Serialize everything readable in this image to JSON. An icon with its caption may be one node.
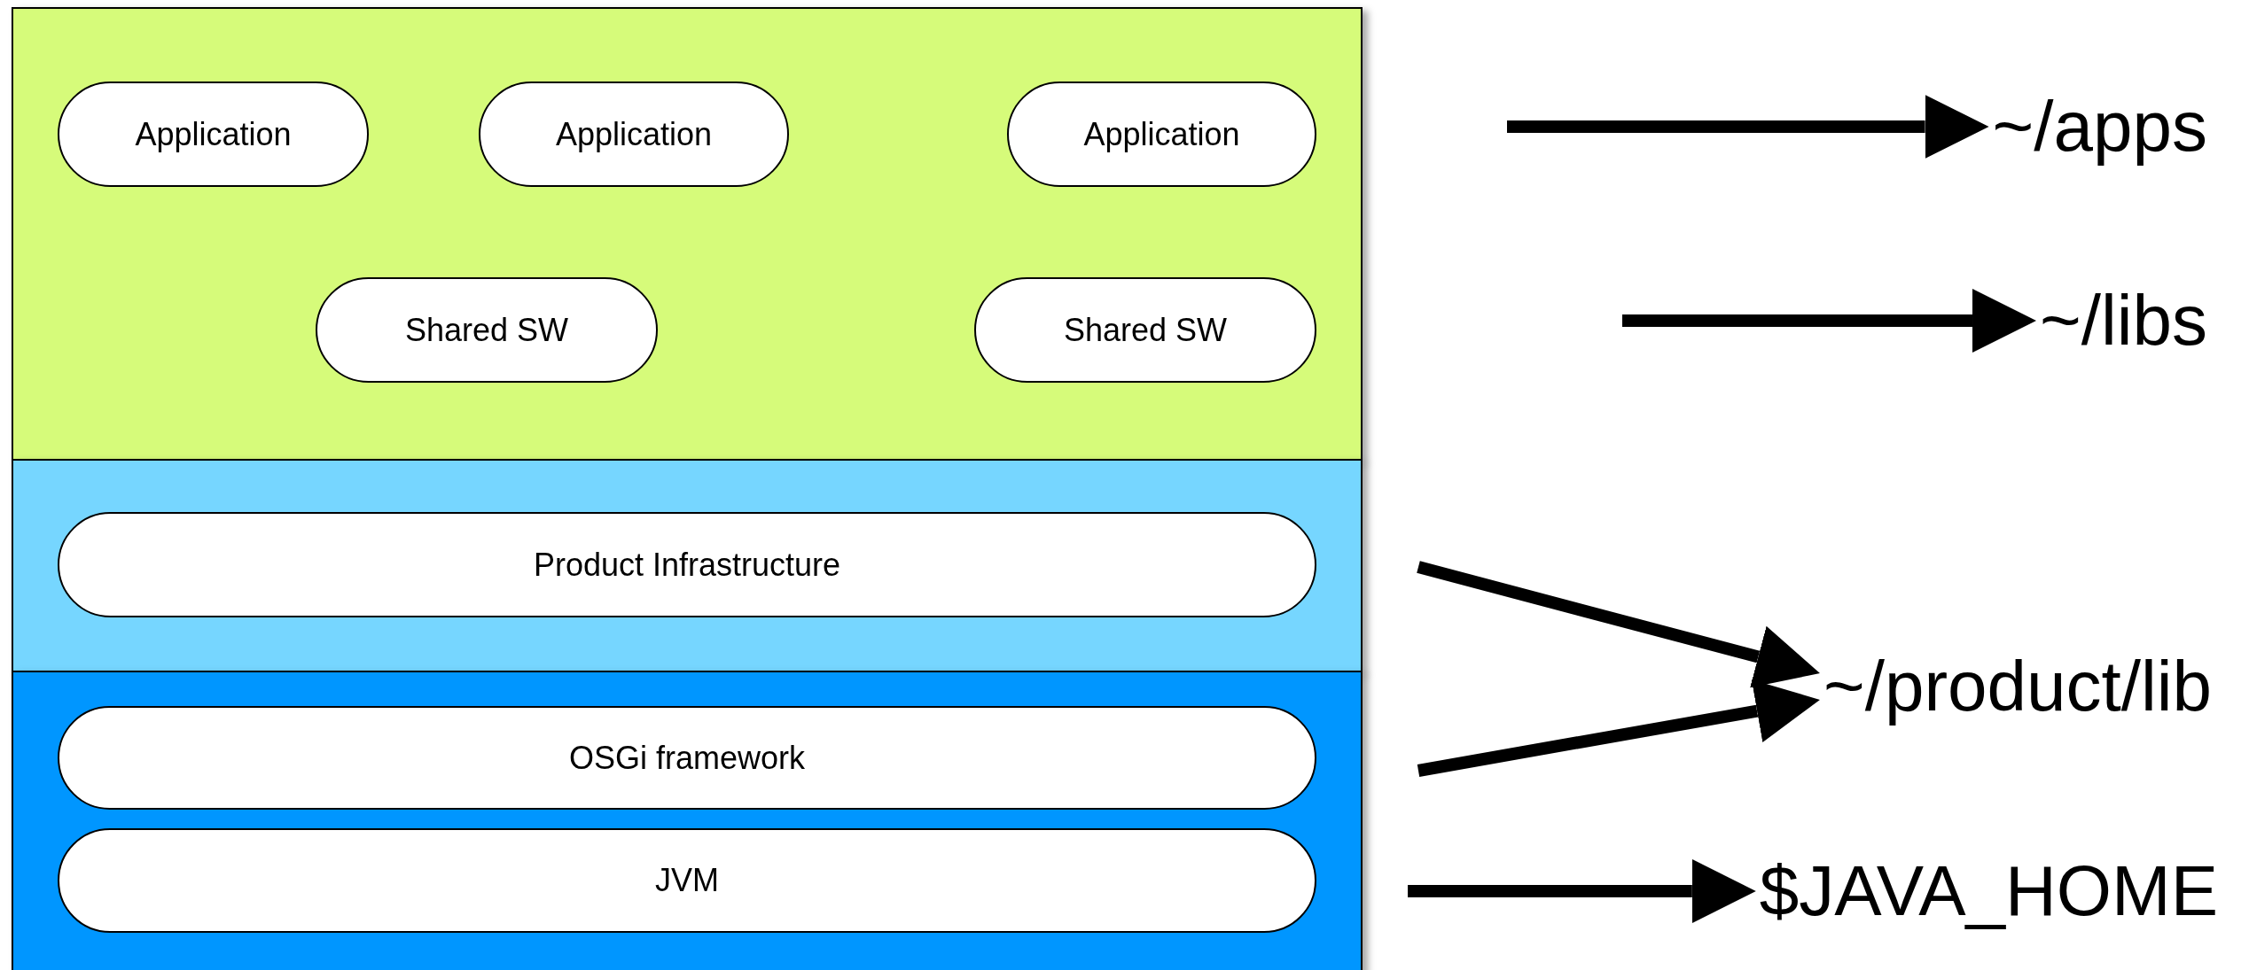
{
  "diagram": {
    "nodes": [
      {
        "text": [],
        "shape": "box"
      },
      {
        "text": [
          "Application"
        ],
        "in": 0
      },
      {
        "text": [
          "Application"
        ],
        "in": 0
      },
      {
        "text": [
          "Application"
        ],
        "in": 0
      },
      {
        "text": [
          "Shared SW"
        ],
        "in": 0
      },
      {
        "text": [
          "Shared SW"
        ],
        "in": 0
      },
      {
        "text": [],
        "shape": "box"
      },
      {
        "text": [
          "Product Infrastructure"
        ],
        "in": 6
      },
      {
        "text": [],
        "shape": "box"
      },
      {
        "text": [
          "OSGi framework"
        ],
        "in": 8
      },
      {
        "text": [
          "JVM"
        ],
        "in": 8
      },
      {
        "text": [
          "~/apps"
        ]
      },
      {
        "text": [
          "~/libs"
        ]
      },
      {
        "text": [
          "~/product/lib"
        ]
      },
      {
        "text": [
          "$JAVA_HOME"
        ]
      }
    ],
    "edges": [
      {
        "from": null,
        "to": 11,
        "arrow": "to"
      },
      {
        "from": null,
        "to": 12,
        "arrow": "to"
      },
      {
        "from": null,
        "to": 13,
        "arrow": "to"
      },
      {
        "from": null,
        "to": 13,
        "arrow": "to"
      },
      {
        "from": null,
        "to": 14,
        "arrow": "to"
      }
    ]
  }
}
